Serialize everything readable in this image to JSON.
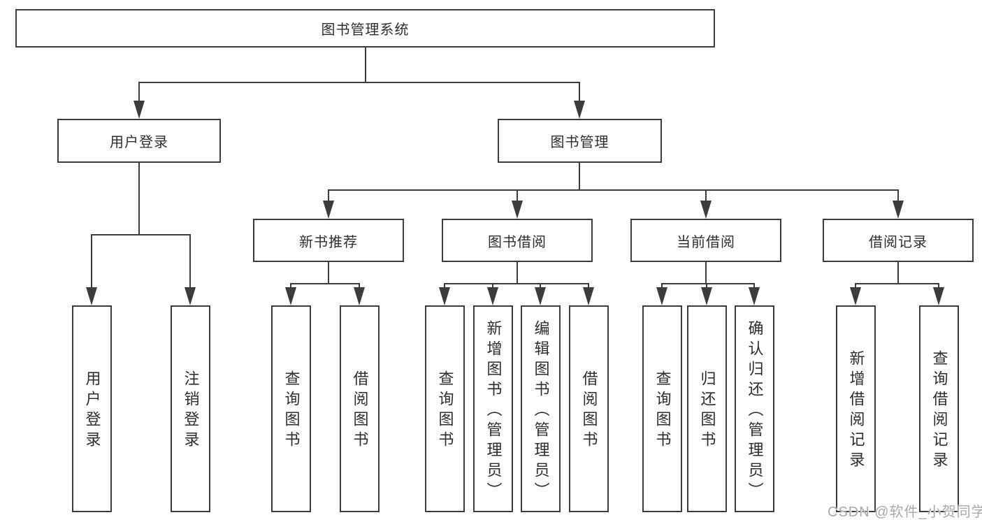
{
  "tree": {
    "label": "图书管理系统",
    "children": [
      {
        "label": "用户登录",
        "children": [
          {
            "label": "用户登录"
          },
          {
            "label": "注销登录"
          }
        ]
      },
      {
        "label": "图书管理",
        "children": [
          {
            "label": "新书推荐",
            "children": [
              {
                "label": "查询图书"
              },
              {
                "label": "借阅图书"
              }
            ]
          },
          {
            "label": "图书借阅",
            "children": [
              {
                "label": "查询图书"
              },
              {
                "label": "新增图书（管理员）"
              },
              {
                "label": "编辑图书（管理员）"
              },
              {
                "label": "借阅图书"
              }
            ]
          },
          {
            "label": "当前借阅",
            "children": [
              {
                "label": "查询图书"
              },
              {
                "label": "归还图书"
              },
              {
                "label": "确认归还（管理员）"
              }
            ]
          },
          {
            "label": "借阅记录",
            "children": [
              {
                "label": "新增借阅记录"
              },
              {
                "label": "查询借阅记录"
              }
            ]
          }
        ]
      }
    ]
  },
  "watermark": "CSDN @软件_小贺同学",
  "colors": {
    "line": "#3c3c3c",
    "text": "#2e2e2e",
    "watermark": "#a9a9a9",
    "background": "#ffffff"
  }
}
